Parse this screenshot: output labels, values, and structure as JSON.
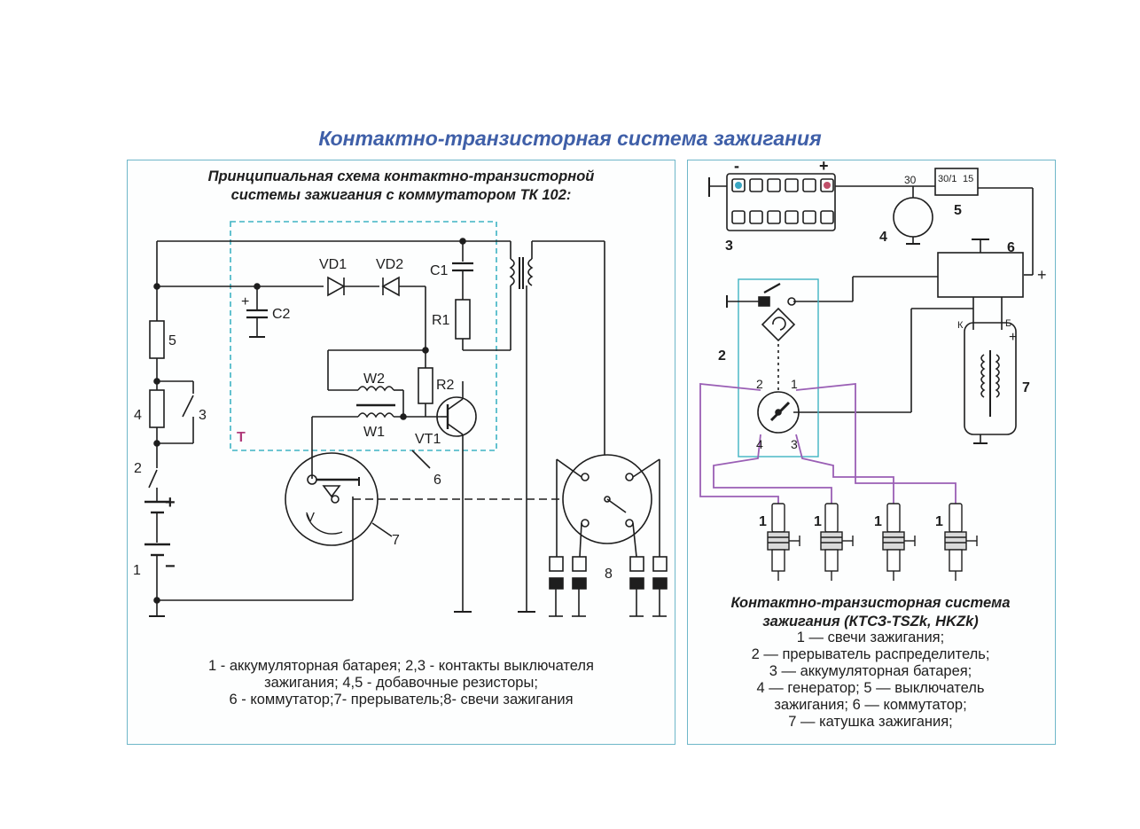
{
  "title": "Контактно-транзисторная система зажигания",
  "left": {
    "title_line1": "Принципиальная схема контактно-транзисторной",
    "title_line2": "системы зажигания с коммутатором ТК 102:",
    "legend_line1": "1 - аккумуляторная батарея; 2,3 - контакты выключателя",
    "legend_line2": "зажигания; 4,5 - добавочные резисторы;",
    "legend_line3": "6 - коммутатор;7- прерыватель;8- свечи зажигания",
    "labels": {
      "vd1": "VD1",
      "vd2": "VD2",
      "c1": "C1",
      "c2": "C2",
      "r1": "R1",
      "r2": "R2",
      "w1": "W1",
      "w2": "W2",
      "vt1": "VT1",
      "t": "Т",
      "v": "V",
      "n1": "1",
      "n2": "2",
      "n3": "3",
      "n4": "4",
      "n5": "5",
      "n6": "6",
      "n7": "7",
      "n8": "8",
      "plus": "+",
      "minus": "−",
      "c2plus": "+"
    }
  },
  "right": {
    "title_line1": "Контактно-транзисторная система",
    "title_line2": "зажигания (КТСЗ-TSZk, HKZk)",
    "legend": [
      "1 — свечи зажигания;",
      "2 — прерыватель распределитель;",
      "3 — аккумуляторная батарея;",
      "4 — генератор; 5 — выключатель",
      "зажигания; 6 — коммутатор;",
      "7 — катушка зажигания;"
    ],
    "labels": {
      "minus": "-",
      "plus": "+",
      "t30": "30",
      "t301": "30/1",
      "t15": "15",
      "n1": "1",
      "n2": "2",
      "n3": "3",
      "n4": "4",
      "n5": "5",
      "n6": "6",
      "n7": "7",
      "plus6": "+",
      "k": "К",
      "b": "Б",
      "plus7": "+",
      "d1": "1",
      "d2": "2",
      "d3": "3",
      "d4": "4",
      "s1": "1",
      "s2": "1",
      "s3": "1",
      "s4": "1"
    }
  },
  "colors": {
    "title": "#3f5fa8",
    "border": "#6fb7c9",
    "dashed": "#3fb3c3",
    "purple": "#9a5fb5",
    "t_label": "#b03a7a"
  }
}
